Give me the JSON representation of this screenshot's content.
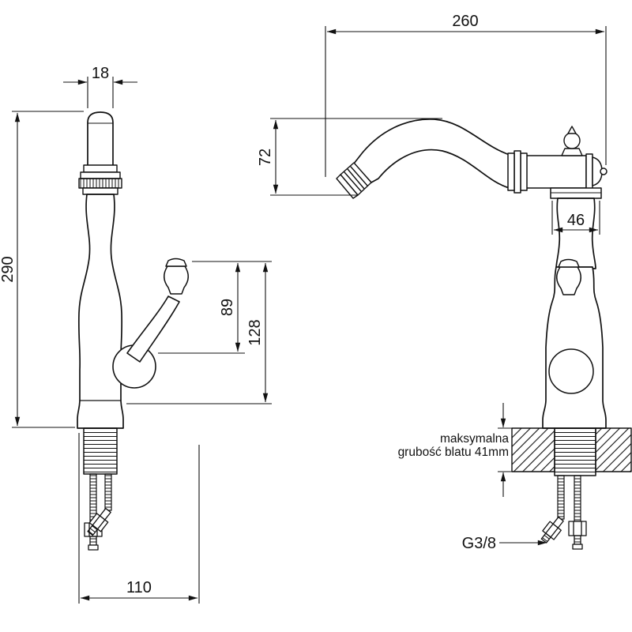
{
  "drawing": {
    "front_view": {
      "spout_width_mm": "18",
      "height_mm": "290",
      "handle_upper_mm": "89",
      "handle_total_mm": "128",
      "base_width_mm": "110"
    },
    "side_view": {
      "spout_reach_mm": "260",
      "spout_drop_mm": "72",
      "body_width_mm": "46",
      "counter_note_line1": "maksymalna",
      "counter_note_line2": "grubość blatu 41mm",
      "thread_size": "G3/8"
    }
  }
}
